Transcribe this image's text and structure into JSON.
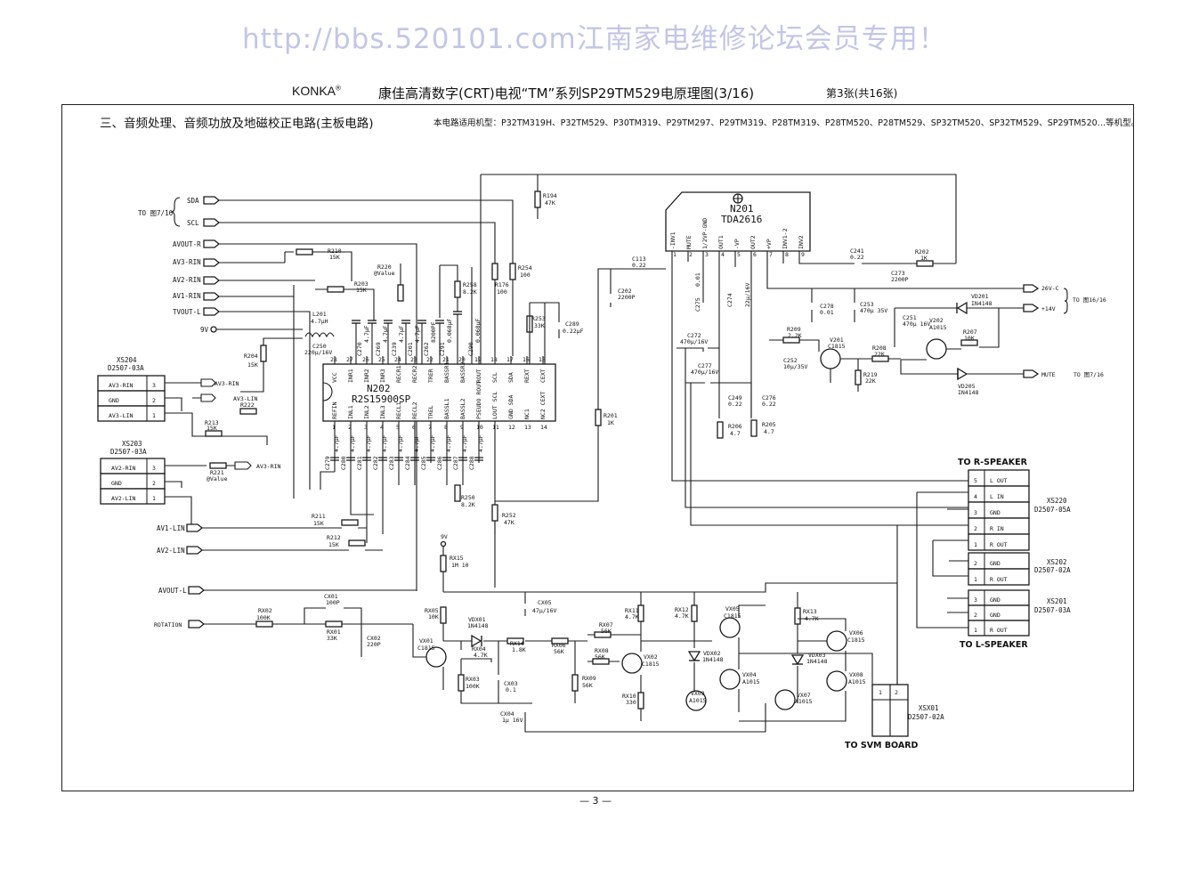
{
  "watermark": "http://bbs.520101.com江南家电维修论坛会员专用！",
  "header": {
    "brand": "KONKA",
    "registered_mark": "®",
    "title": "康佳高清数字(CRT)电视“TM”系列SP29TM529电原理图(3/16)",
    "sheet": "第3张(共16张)"
  },
  "section": {
    "title": "三、音频处理、音频功放及地磁校正电路(主板电路)",
    "models": "本电路适用机型：P32TM319H、P32TM529、P30TM319、P29TM297、P29TM319、P28TM319、P28TM520、P28TM529、SP32TM520、SP32TM529、SP29TM520…等机型。"
  },
  "page_number": "— 3 —",
  "ic_n202": {
    "ref": "N202",
    "part": "R2S15900SP",
    "top_pins": [
      {
        "n": "28",
        "name": "VCC"
      },
      {
        "n": "27",
        "name": "INR1"
      },
      {
        "n": "26",
        "name": "INR2"
      },
      {
        "n": "25",
        "name": "INR3"
      },
      {
        "n": "24",
        "name": "RECR1"
      },
      {
        "n": "23",
        "name": "RECR2"
      },
      {
        "n": "22",
        "name": "TRER"
      },
      {
        "n": "21",
        "name": "BASSR1"
      },
      {
        "n": "20",
        "name": "BASSR2"
      },
      {
        "n": "19",
        "name": "ROUT"
      },
      {
        "n": "18",
        "name": "SCL"
      },
      {
        "n": "17",
        "name": "SDA"
      },
      {
        "n": "16",
        "name": "REXT"
      },
      {
        "n": "15",
        "name": "CEXT"
      }
    ],
    "bottom_pins": [
      {
        "n": "1",
        "name": "REFIN"
      },
      {
        "n": "2",
        "name": "INL1"
      },
      {
        "n": "3",
        "name": "INL2"
      },
      {
        "n": "4",
        "name": "INL3"
      },
      {
        "n": "5",
        "name": "RECL1"
      },
      {
        "n": "6",
        "name": "RECL2"
      },
      {
        "n": "7",
        "name": "TREL"
      },
      {
        "n": "8",
        "name": "BASSL1"
      },
      {
        "n": "9",
        "name": "BASSL2"
      },
      {
        "n": "10",
        "name": "PSEUDO ROUT"
      },
      {
        "n": "11",
        "name": "LOUT SCL"
      },
      {
        "n": "12",
        "name": "GND SDA"
      },
      {
        "n": "13",
        "name": "NC1"
      },
      {
        "n": "14",
        "name": "NC2 CEXT"
      }
    ]
  },
  "ic_n201": {
    "ref": "N201",
    "part": "TDA2616",
    "pins": [
      {
        "n": "1",
        "name": "-INV1"
      },
      {
        "n": "2",
        "name": "MUTE"
      },
      {
        "n": "3",
        "name": "1/2VP-GND"
      },
      {
        "n": "4",
        "name": "OUT1"
      },
      {
        "n": "5",
        "name": "-VP"
      },
      {
        "n": "6",
        "name": "OUT2"
      },
      {
        "n": "7",
        "name": "+VP"
      },
      {
        "n": "8",
        "name": "INV1-2"
      },
      {
        "n": "9",
        "name": "INV2"
      }
    ]
  },
  "signals": {
    "to_7_16": "TO 图7/16",
    "sda": "SDA",
    "scl": "SCL",
    "avout_r": "AVOUT-R",
    "av3_rin": "AV3-RIN",
    "av2_rin": "AV2-RIN",
    "av1_rin": "AV1-RIN",
    "tvout_l": "TVOUT-L",
    "nine_v": "9V",
    "av3_lin": "AV3-LIN",
    "av1_lin": "AV1-LIN",
    "av2_lin": "AV2-LIN",
    "avout_l": "AVOUT-L",
    "rotation": "ROTATION",
    "v26c": "26V-C",
    "v14": "+14V",
    "to_16_16": "TO 图16/16",
    "mute": "MUTE",
    "mute_to": "TO 图7/16",
    "to_r_speaker": "TO R-SPEAKER",
    "to_l_speaker": "TO L-SPEAKER",
    "to_svm": "TO SVM BOARD"
  },
  "connectors": {
    "xs204": {
      "ref": "XS204",
      "part": "D2507-03A",
      "pins": [
        {
          "n": "3",
          "name": "AV3-RIN"
        },
        {
          "n": "2",
          "name": "GND"
        },
        {
          "n": "1",
          "name": "AV3-LIN"
        }
      ]
    },
    "xs203": {
      "ref": "XS203",
      "part": "D2507-03A",
      "pins": [
        {
          "n": "3",
          "name": "AV2-RIN"
        },
        {
          "n": "2",
          "name": "GND"
        },
        {
          "n": "1",
          "name": "AV2-LIN"
        }
      ]
    },
    "xs220": {
      "ref": "XS220",
      "part": "D2507-05A",
      "pins": [
        {
          "n": "5",
          "name": "L OUT"
        },
        {
          "n": "4",
          "name": "L IN"
        },
        {
          "n": "3",
          "name": "GND"
        },
        {
          "n": "2",
          "name": "R IN"
        },
        {
          "n": "1",
          "name": "R OUT"
        }
      ]
    },
    "xs202": {
      "ref": "XS202",
      "part": "D2507-02A",
      "pins": [
        {
          "n": "2",
          "name": "GND"
        },
        {
          "n": "1",
          "name": "R OUT"
        }
      ]
    },
    "xs201": {
      "ref": "XS201",
      "part": "D2507-03A",
      "pins": [
        {
          "n": "3",
          "name": "GND"
        },
        {
          "n": "2",
          "name": "GND"
        },
        {
          "n": "1",
          "name": "R OUT"
        }
      ]
    },
    "xsx01": {
      "ref": "XSX01",
      "part": "D2507-02A",
      "pins": [
        "1",
        "2"
      ]
    }
  },
  "components": {
    "r194": [
      "R194",
      "47K"
    ],
    "r210": [
      "R210",
      "15K"
    ],
    "r220": [
      "R220",
      "@Value"
    ],
    "r203": [
      "R203",
      "15K"
    ],
    "r258": [
      "R258",
      "8.2K"
    ],
    "r176": [
      "R176",
      "100"
    ],
    "r254": [
      "R254",
      "100"
    ],
    "r253": [
      "R253",
      "33K"
    ],
    "c289": [
      "C289",
      "0.22μF"
    ],
    "l201": [
      "L201",
      "4.7μH"
    ],
    "c250": [
      "C250",
      "220μ/16V"
    ],
    "r204": [
      "R204",
      "15K"
    ],
    "r213": [
      "R213",
      "15K"
    ],
    "r222": [
      "R222",
      ""
    ],
    "r221": [
      "R221",
      "@Value"
    ],
    "r211": [
      "R211",
      "15K"
    ],
    "r212": [
      "R212",
      "15K"
    ],
    "r250": [
      "R250",
      "8.2K"
    ],
    "r252": [
      "R252",
      "47K"
    ],
    "r201": [
      "R201",
      "1K"
    ],
    "c113": [
      "C113",
      "0.22"
    ],
    "c202": [
      "C202",
      "2200P"
    ],
    "c275": [
      "C275",
      "0.01"
    ],
    "c274": [
      "C274",
      "22μ/16V"
    ],
    "c241": [
      "C241",
      "0.22"
    ],
    "r202": [
      "R202",
      "1K"
    ],
    "c273": [
      "C273",
      "2200P"
    ],
    "c278": [
      "C278",
      "0.01"
    ],
    "c253": [
      "C253",
      "470μ 35V"
    ],
    "c251": [
      "C251",
      "470μ 16V"
    ],
    "vd201": [
      "VD201",
      "IN4148"
    ],
    "v202": [
      "V202",
      "A1015"
    ],
    "r207": [
      "R207",
      "10K"
    ],
    "r209": [
      "R209",
      "2.2K"
    ],
    "v201": [
      "V201",
      "C1815"
    ],
    "r208": [
      "R208",
      "22K"
    ],
    "r219": [
      "R219",
      "22K"
    ],
    "c252": [
      "C252",
      "10μ/35V"
    ],
    "c272": [
      "C272",
      "470μ/16V"
    ],
    "c277": [
      "C277",
      "470μ/16V"
    ],
    "c249": [
      "C249",
      "0.22"
    ],
    "c276": [
      "C276",
      "0.22"
    ],
    "r206": [
      "R206",
      "4.7"
    ],
    "r205": [
      "R205",
      "4.7"
    ],
    "vd205": [
      "VD205",
      "IN4148"
    ],
    "rx15": [
      "RX15",
      "1M 10"
    ],
    "rx05": [
      "RX05",
      "10K"
    ],
    "cx05": [
      "CX05",
      "47μ/16V"
    ],
    "rx02": [
      "RX02",
      "100K"
    ],
    "cx01": [
      "CX01",
      "100P"
    ],
    "rx01": [
      "RX01",
      "33K"
    ],
    "cx02": [
      "CX02",
      "220P"
    ],
    "vx01": [
      "VX01",
      "C1815"
    ],
    "vdx01": [
      "VDX01",
      "1N4148"
    ],
    "rx04": [
      "RX04",
      "4.7K"
    ],
    "rx03": [
      "RX03",
      "100K"
    ],
    "rx14": [
      "RX14",
      "1.8K"
    ],
    "cx03": [
      "CX03",
      "0.1"
    ],
    "cx04": [
      "CX04",
      "1μ 16V"
    ],
    "rx06": [
      "RX06",
      "56K"
    ],
    "rx07": [
      "RX07",
      "56K"
    ],
    "rx08": [
      "RX08",
      "56K"
    ],
    "rx09": [
      "RX09",
      "56K"
    ],
    "rx11": [
      "RX11",
      "4.7K"
    ],
    "rx10": [
      "RX10",
      "330"
    ],
    "vx02": [
      "VX02",
      "C1815"
    ],
    "rx12": [
      "RX12",
      "4.7K"
    ],
    "vdx02": [
      "VDX02",
      "1N4148"
    ],
    "vx03": [
      "VX03",
      "A1015"
    ],
    "vx05": [
      "VX05",
      "C1815"
    ],
    "vx04": [
      "VX04",
      "A1015"
    ],
    "rx13": [
      "RX13",
      "4.7K"
    ],
    "vdx03": [
      "VDX03",
      "1N4148"
    ],
    "vx06": [
      "VX06",
      "C1815"
    ],
    "vx07": [
      "VX07",
      "A1015"
    ],
    "vx08": [
      "VX08",
      "A1015"
    ]
  },
  "vertical_caps": [
    {
      "ref": "C270",
      "val": "4.7μF"
    },
    {
      "ref": "C269",
      "val": "4.7μF"
    },
    {
      "ref": "C239",
      "val": "4.7μF"
    },
    {
      "ref": "C201",
      "val": "4.7μF"
    },
    {
      "ref": "C262",
      "val": "8200PF"
    },
    {
      "ref": "C291",
      "val": "0.068μF"
    },
    {
      "ref": "C290",
      "val": "0.068μF"
    }
  ],
  "bottom_caps": [
    {
      "ref": "C279",
      "val": "4.7μF"
    },
    {
      "ref": "C280",
      "val": "4.7μF"
    },
    {
      "ref": "C281",
      "val": "4.7μF"
    },
    {
      "ref": "C282",
      "val": "4.7μF"
    },
    {
      "ref": "C283",
      "val": "4.7μF"
    },
    {
      "ref": "C284",
      "val": "4.7μF"
    },
    {
      "ref": "C285",
      "val": "4.7μF"
    },
    {
      "ref": "C286",
      "val": "4.7μF"
    },
    {
      "ref": "C287",
      "val": "4.7μF"
    },
    {
      "ref": "C288",
      "val": "4.7μF"
    }
  ]
}
